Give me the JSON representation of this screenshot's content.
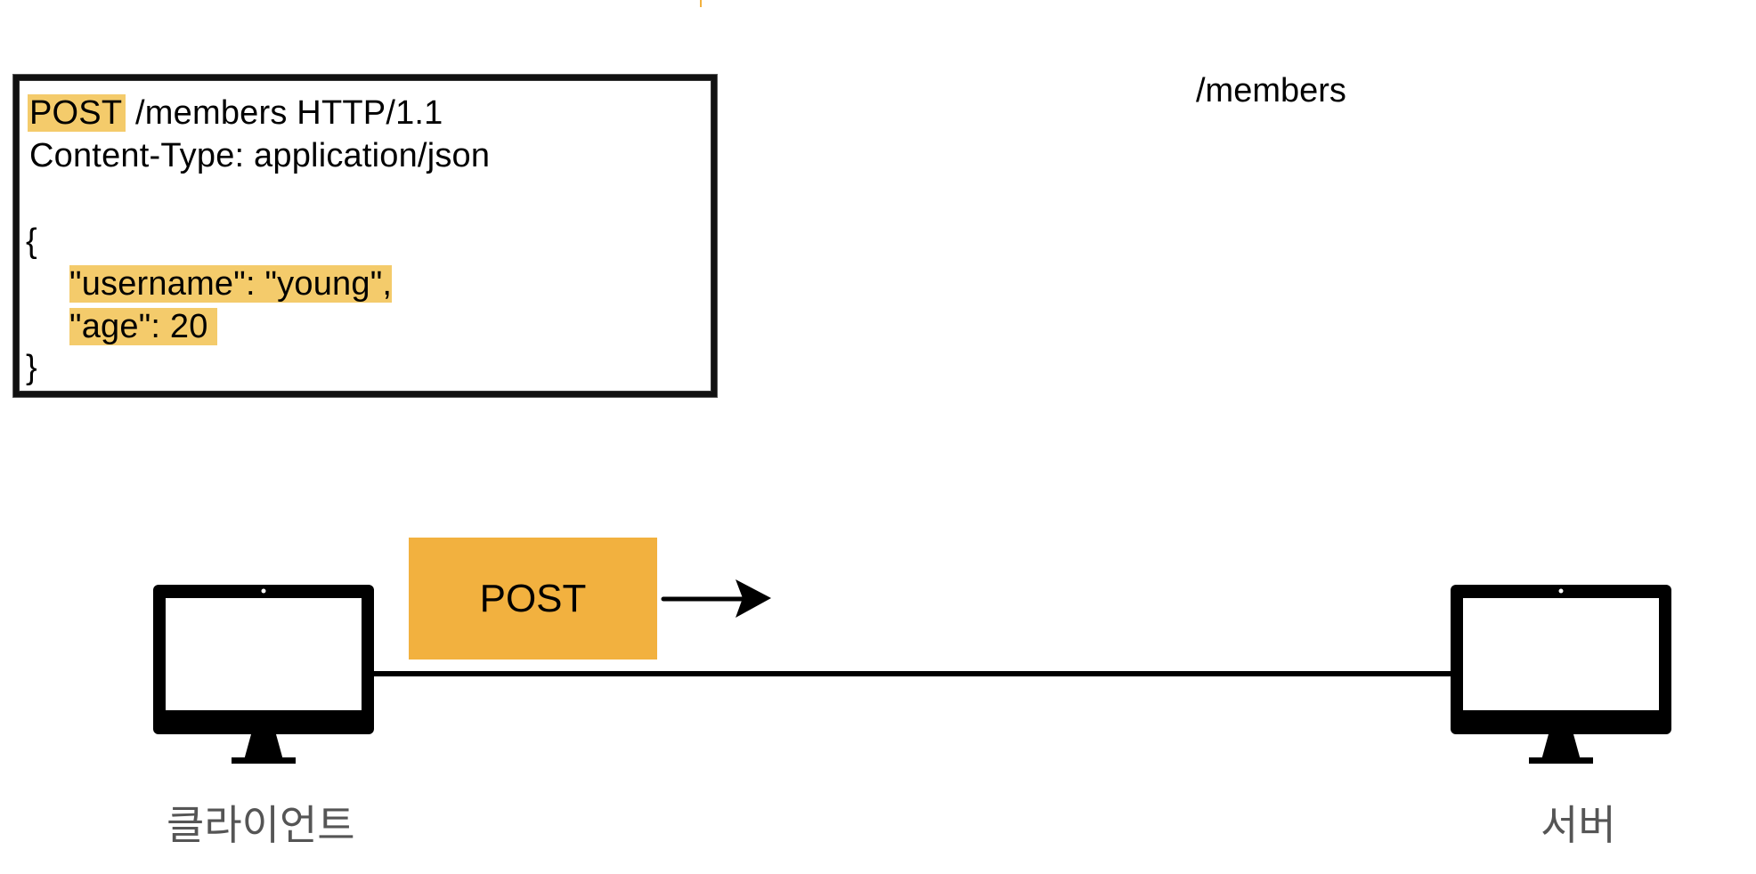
{
  "request": {
    "method": "POST",
    "request_line_rest": " /members HTTP/1.1",
    "header": "Content-Type: application/json",
    "body_open": "{",
    "body_line1": "\"username\": \"young\",",
    "body_line2": "\"age\": 20",
    "body_close": "}"
  },
  "endpoint": "/members",
  "arrow_label": "POST",
  "client_label": "클라이언트",
  "server_label": "서버",
  "colors": {
    "accent": "#f2b13f",
    "highlight": "#f4cb6b",
    "ink": "#000000",
    "label_gray": "#555555"
  }
}
